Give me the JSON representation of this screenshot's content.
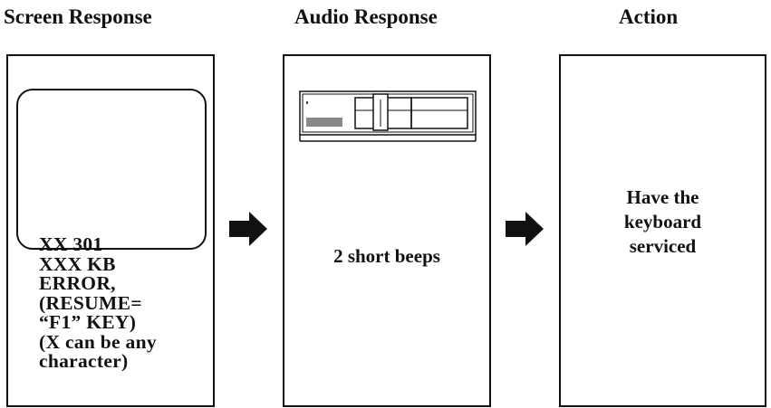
{
  "columns": {
    "screen": {
      "title": "Screen Response",
      "lines": [
        "XX 301",
        "XXX KB",
        "ERROR,",
        "(RESUME=",
        "“F1” KEY)",
        "(X can be any",
        "character)"
      ]
    },
    "audio": {
      "title": "Audio Response",
      "text": "2 short beeps",
      "icon": "system-unit-icon"
    },
    "action": {
      "title": "Action",
      "lines": [
        "Have the",
        "keyboard",
        "serviced"
      ]
    }
  },
  "arrows": [
    "right-arrow-icon",
    "right-arrow-icon"
  ],
  "colors": {
    "ink": "#111111",
    "background": "#ffffff"
  }
}
